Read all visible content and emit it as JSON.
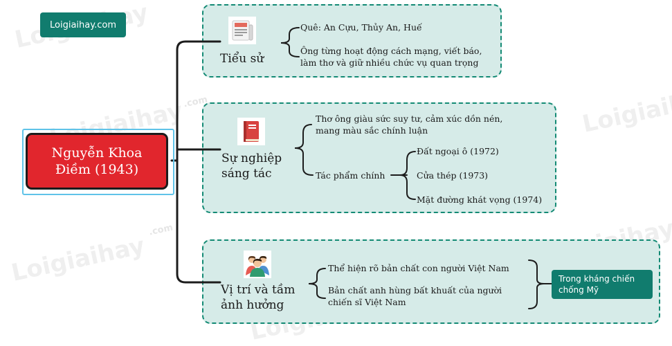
{
  "brand": {
    "logo_text": "Loigiaihay.com",
    "watermark": "Loigiaihay",
    "watermark_small": ".com"
  },
  "root": {
    "line1": "Nguyễn Khoa",
    "line2": "Điềm (1943)"
  },
  "branches": [
    {
      "icon": "newspaper-icon",
      "title": [
        "Tiểu sử"
      ],
      "items": [
        {
          "lines": [
            "Quê: An Cựu, Thủy An, Huế"
          ]
        },
        {
          "lines": [
            "Ông từng hoạt động cách mạng, viết báo,",
            "làm thơ và giữ nhiều chức vụ quan trọng"
          ]
        }
      ]
    },
    {
      "icon": "book-icon",
      "title": [
        "Sự nghiệp",
        "sáng tác"
      ],
      "items": [
        {
          "lines": [
            "Thơ ông giàu sức suy tư, cảm xúc dồn nén,",
            "mang màu sắc chính luận"
          ]
        },
        {
          "lines": [
            "Tác phẩm chính"
          ],
          "works": [
            "Đất ngoại ô (1972)",
            "Cửa thép (1973)",
            "Mặt đường khát vọng (1974)"
          ]
        }
      ]
    },
    {
      "icon": "people-icon",
      "title": [
        "Vị trí và tầm",
        "ảnh hưởng"
      ],
      "items": [
        {
          "lines": [
            "Thể hiện rõ bản chất con người Việt Nam"
          ]
        },
        {
          "lines": [
            "Bản chất anh hùng bất khuất của người",
            "chiến sĩ Việt Nam"
          ]
        }
      ],
      "conclusion": [
        "Trong kháng chiến",
        "chống Mỹ"
      ]
    }
  ],
  "colors": {
    "root_fill": "#e1262d",
    "panel_fill": "#d6ebe8",
    "panel_border": "#138a74",
    "accent": "#117c6e",
    "connector": "#1c1c1c"
  }
}
